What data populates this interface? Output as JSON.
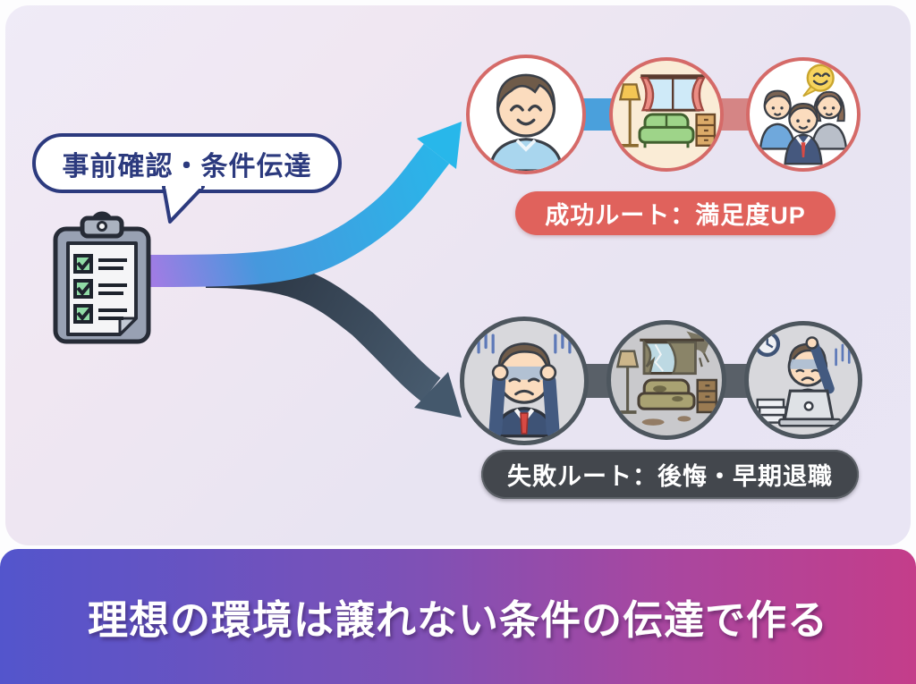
{
  "bubble": {
    "label": "事前確認・条件伝達",
    "text_color": "#2c3a7e"
  },
  "clipboard": {
    "icon": "checklist-clipboard-icon",
    "check_color": "#90dba6"
  },
  "routes": {
    "success": {
      "label": "成功ルート：満足度UP",
      "badge_color": "#e0625c",
      "ring_color": "#d56a68",
      "arrow_colors": [
        "#a07ce4",
        "#3f9edd",
        "#28b7ea"
      ],
      "icons": [
        "happy-person-icon",
        "cozy-room-icon",
        "happy-team-icon"
      ]
    },
    "failure": {
      "label": "失敗ルート：後悔・早期退職",
      "badge_color": "#43474d",
      "ring_color": "#4d565e",
      "arrow_colors": [
        "#262f3c",
        "#4d6276"
      ],
      "icons": [
        "stressed-person-icon",
        "ruined-room-icon",
        "overworked-person-icon"
      ]
    }
  },
  "banner": {
    "text": "理想の環境は譲れない条件の伝達で作る",
    "gradient": [
      "#5355cc",
      "#7e51b6",
      "#c43d8a"
    ]
  }
}
